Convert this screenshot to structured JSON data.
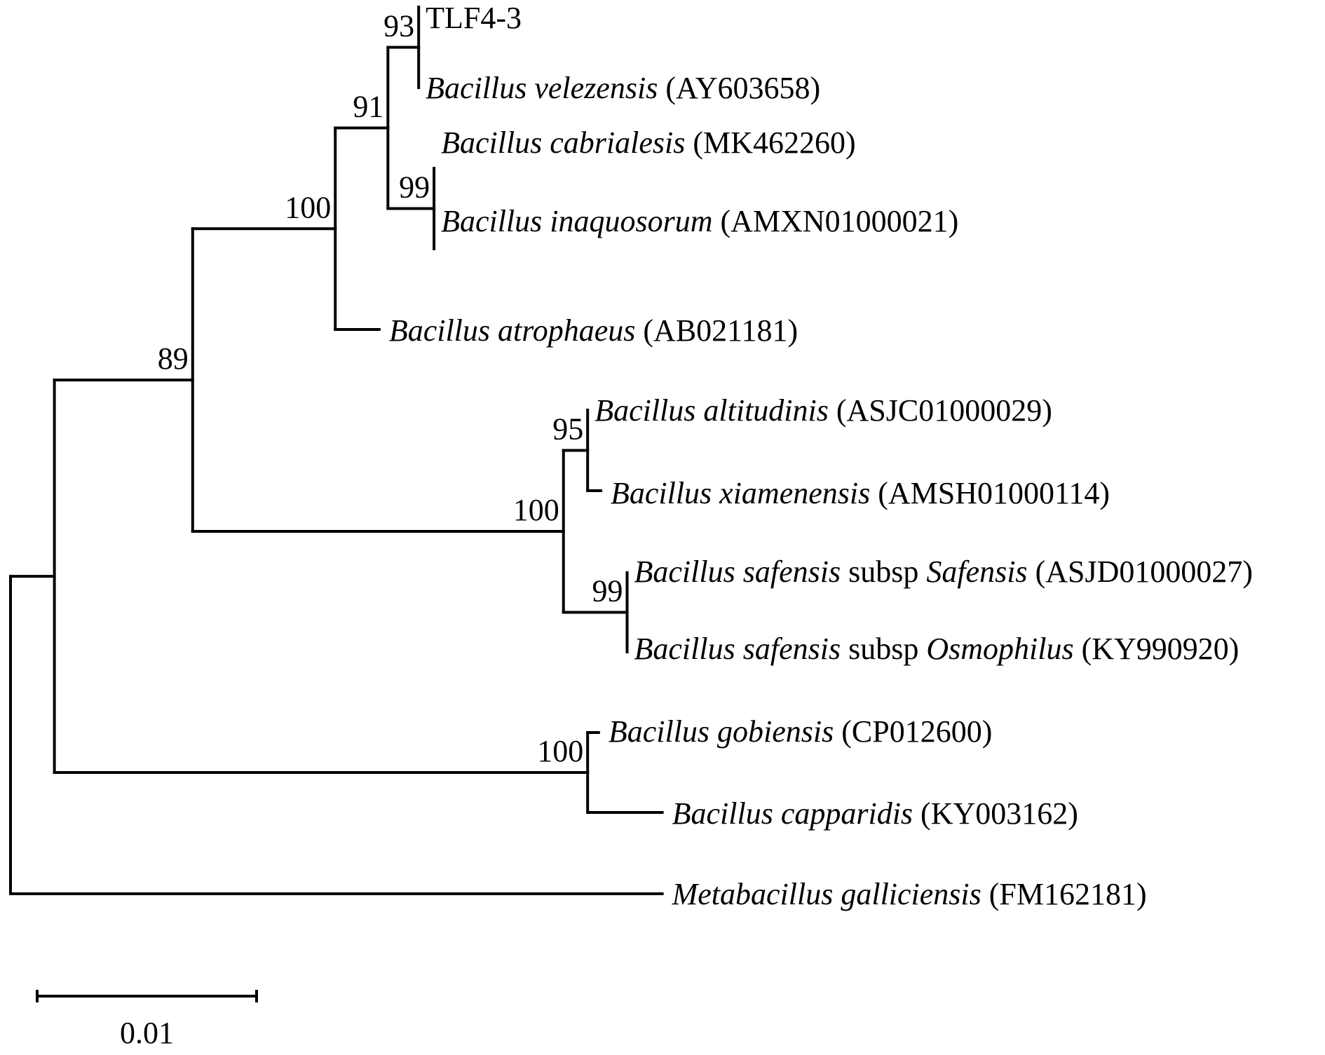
{
  "figure": {
    "type": "phylogenetic-tree",
    "scale_bar": {
      "value": 0.01,
      "label": "0.01"
    }
  },
  "chart_data": {
    "type": "tree",
    "title": "",
    "scale_bar_units": "substitutions per site",
    "scale_bar_value": 0.01,
    "leaves_in_order": [
      "TLF4-3",
      "Bacillus velezensis (AY603658)",
      "Bacillus cabrialesis (MK462260)",
      "Bacillus inaquosorum (AMXN01000021)",
      "Bacillus atrophaeus (AB021181)",
      "Bacillus altitudinis (ASJC01000029)",
      "Bacillus xiamenensis (AMSH01000114)",
      "Bacillus safensis subsp Safensis (ASJD01000027)",
      "Bacillus safensis subsp Osmophilus (KY990920)",
      "Bacillus gobiensis (CP012600)",
      "Bacillus capparidis (KY003162)",
      "Metabacillus galliciensis (FM162181)"
    ],
    "bootstrap_values": [
      93,
      91,
      99,
      100,
      89,
      95,
      100,
      99,
      100
    ],
    "tree": {
      "id": "root",
      "length": 0,
      "children": [
        {
          "id": "n-outer",
          "length": 0.002,
          "children": [
            {
              "id": "n89",
              "length": 0.0063,
              "bootstrap": "89",
              "children": [
                {
                  "id": "n100a",
                  "length": 0.0065,
                  "bootstrap": "100",
                  "children": [
                    {
                      "id": "n91",
                      "length": 0.0024,
                      "bootstrap": "91",
                      "children": [
                        {
                          "id": "n93",
                          "length": 0.0014,
                          "bootstrap": "93",
                          "children": [
                            {
                              "id": "leaf-tlf4-3",
                              "length": 0.0,
                              "label": [
                                {
                                  "t": "TLF4-3",
                                  "i": false
                                }
                              ]
                            },
                            {
                              "id": "leaf-velezensis",
                              "length": 0.0,
                              "label": [
                                {
                                  "t": "Bacillus velezensis",
                                  "i": true
                                },
                                {
                                  "t": " (AY603658)",
                                  "i": false
                                }
                              ]
                            }
                          ]
                        },
                        {
                          "id": "n99a",
                          "length": 0.0021,
                          "bootstrap": "99",
                          "children": [
                            {
                              "id": "leaf-cabrialesis",
                              "length": 0.0,
                              "label": [
                                {
                                  "t": "Bacillus cabrialesis",
                                  "i": true
                                },
                                {
                                  "t": " (MK462260)",
                                  "i": false
                                }
                              ]
                            },
                            {
                              "id": "leaf-inaquosorum",
                              "length": 0.0,
                              "label": [
                                {
                                  "t": "Bacillus inaquosorum",
                                  "i": true
                                },
                                {
                                  "t": " (AMXN01000021)",
                                  "i": false
                                }
                              ]
                            }
                          ]
                        }
                      ]
                    },
                    {
                      "id": "leaf-atrophaeus",
                      "length": 0.002,
                      "label": [
                        {
                          "t": "Bacillus atrophaeus",
                          "i": true
                        },
                        {
                          "t": " (AB021181)",
                          "i": false
                        }
                      ]
                    }
                  ]
                },
                {
                  "id": "n100b",
                  "length": 0.0169,
                  "bootstrap": "100",
                  "children": [
                    {
                      "id": "n95",
                      "length": 0.0011,
                      "bootstrap": "95",
                      "children": [
                        {
                          "id": "leaf-altitudinis",
                          "length": 0.0,
                          "label": [
                            {
                              "t": "Bacillus altitudinis",
                              "i": true
                            },
                            {
                              "t": " (ASJC01000029)",
                              "i": false
                            }
                          ]
                        },
                        {
                          "id": "leaf-xiamenensis",
                          "length": 0.0006,
                          "label": [
                            {
                              "t": "Bacillus xiamenensis",
                              "i": true
                            },
                            {
                              "t": " (AMSH01000114)",
                              "i": false
                            }
                          ]
                        }
                      ]
                    },
                    {
                      "id": "n99b",
                      "length": 0.0029,
                      "bootstrap": "99",
                      "children": [
                        {
                          "id": "leaf-safensis-safensis",
                          "length": 0.0,
                          "label": [
                            {
                              "t": "Bacillus safensis",
                              "i": true
                            },
                            {
                              "t": " subsp ",
                              "i": false
                            },
                            {
                              "t": "Safensis",
                              "i": true
                            },
                            {
                              "t": " (ASJD01000027)",
                              "i": false
                            }
                          ]
                        },
                        {
                          "id": "leaf-safensis-osmophilus",
                          "length": 0.0,
                          "label": [
                            {
                              "t": "Bacillus safensis",
                              "i": true
                            },
                            {
                              "t": " subsp ",
                              "i": false
                            },
                            {
                              "t": "Osmophilus",
                              "i": true
                            },
                            {
                              "t": " (KY990920)",
                              "i": false
                            }
                          ]
                        }
                      ]
                    }
                  ]
                }
              ]
            },
            {
              "id": "n100c",
              "length": 0.0243,
              "bootstrap": "100",
              "children": [
                {
                  "id": "leaf-gobiensis",
                  "length": 0.0005,
                  "label": [
                    {
                      "t": "Bacillus gobiensis",
                      "i": true
                    },
                    {
                      "t": " (CP012600)",
                      "i": false
                    }
                  ]
                },
                {
                  "id": "leaf-capparidis",
                  "length": 0.0034,
                  "label": [
                    {
                      "t": "Bacillus capparidis",
                      "i": true
                    },
                    {
                      "t": " (KY003162)",
                      "i": false
                    }
                  ]
                }
              ]
            }
          ]
        },
        {
          "id": "leaf-galliciensis",
          "length": 0.0297,
          "label": [
            {
              "t": "Metabacillus galliciensis",
              "i": true
            },
            {
              "t": " (FM162181)",
              "i": false
            }
          ]
        }
      ]
    }
  }
}
